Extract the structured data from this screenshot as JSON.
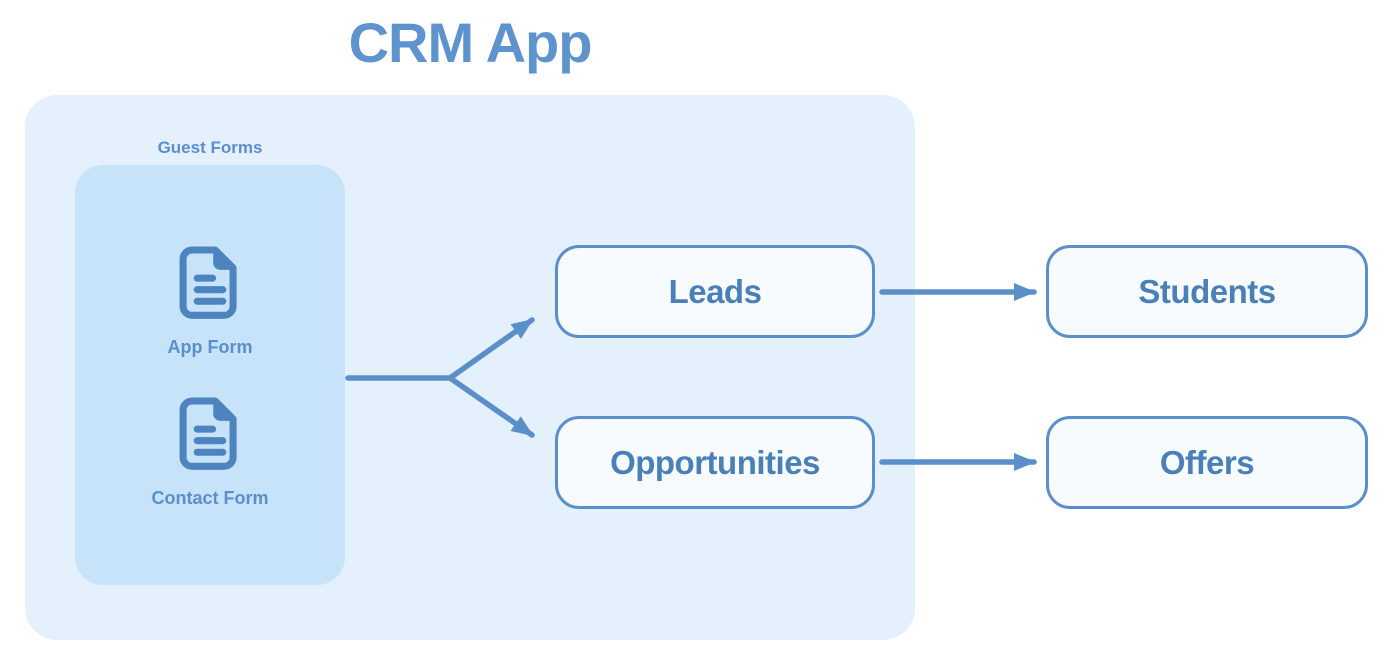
{
  "title": "CRM App",
  "guest_forms": {
    "label": "Guest Forms",
    "items": [
      {
        "label": "App Form",
        "icon": "document-icon"
      },
      {
        "label": "Contact Form",
        "icon": "document-icon"
      }
    ]
  },
  "nodes": [
    {
      "id": "leads",
      "label": "Leads"
    },
    {
      "id": "opportunities",
      "label": "Opportunities"
    },
    {
      "id": "students",
      "label": "Students"
    },
    {
      "id": "offers",
      "label": "Offers"
    }
  ],
  "edges": [
    {
      "from": "guest-forms",
      "to": "leads"
    },
    {
      "from": "guest-forms",
      "to": "opportunities"
    },
    {
      "from": "leads",
      "to": "students"
    },
    {
      "from": "opportunities",
      "to": "offers"
    }
  ],
  "colors": {
    "title": "#5e93cd",
    "accent": "#5b8fc9",
    "outer_fill": "#e4f0fc",
    "guest_box_fill": "#c7e3f9",
    "node_fill": "#f7fbfe",
    "node_border": "#5b8fc9",
    "node_text": "#4a80b8",
    "arrow": "#5b8fc9"
  }
}
